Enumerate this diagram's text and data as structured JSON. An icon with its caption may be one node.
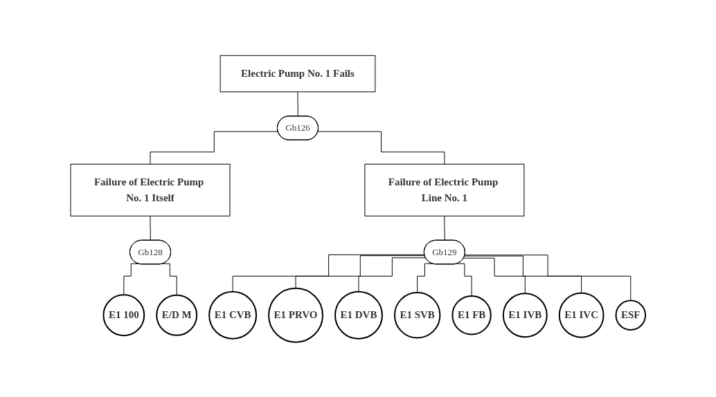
{
  "diagram": {
    "nodes": [
      {
        "text": [
          "Electric Pump No. 1 Fails"
        ]
      },
      {
        "text": [
          "Gb126"
        ]
      },
      {
        "text": [
          "Failure of Electric Pump No. 1 Itself"
        ]
      },
      {
        "text": [
          "Failure of Electric Pump Line No. 1"
        ]
      },
      {
        "text": [
          "Gb128"
        ]
      },
      {
        "text": [
          "Gb129"
        ]
      },
      {
        "text": [
          "E1 100"
        ]
      },
      {
        "text": [
          "E/D M"
        ]
      },
      {
        "text": [
          "E1 CVB"
        ]
      },
      {
        "text": [
          "E1 PRVO"
        ]
      },
      {
        "text": [
          "E1 DVB"
        ]
      },
      {
        "text": [
          "E1 SVB"
        ]
      },
      {
        "text": [
          "E1 FB"
        ]
      },
      {
        "text": [
          "E1 IVB"
        ]
      },
      {
        "text": [
          "E1 IVC"
        ]
      },
      {
        "text": [
          "ESF"
        ]
      }
    ],
    "edges": [
      {
        "from": 0,
        "to": 1,
        "arrow": "none"
      },
      {
        "from": 1,
        "to": 2,
        "arrow": "none"
      },
      {
        "from": 1,
        "to": 3,
        "arrow": "none"
      },
      {
        "from": 2,
        "to": 4,
        "arrow": "none"
      },
      {
        "from": 3,
        "to": 5,
        "arrow": "none"
      },
      {
        "from": 4,
        "to": 6,
        "arrow": "none"
      },
      {
        "from": 4,
        "to": 7,
        "arrow": "none"
      },
      {
        "from": 5,
        "to": 8,
        "arrow": "none"
      },
      {
        "from": 5,
        "to": 9,
        "arrow": "none"
      },
      {
        "from": 5,
        "to": 10,
        "arrow": "none"
      },
      {
        "from": 5,
        "to": 11,
        "arrow": "none"
      },
      {
        "from": 5,
        "to": 12,
        "arrow": "none"
      },
      {
        "from": 5,
        "to": 13,
        "arrow": "none"
      },
      {
        "from": 5,
        "to": 14,
        "arrow": "none"
      },
      {
        "from": 5,
        "to": 15,
        "arrow": "none"
      }
    ]
  }
}
